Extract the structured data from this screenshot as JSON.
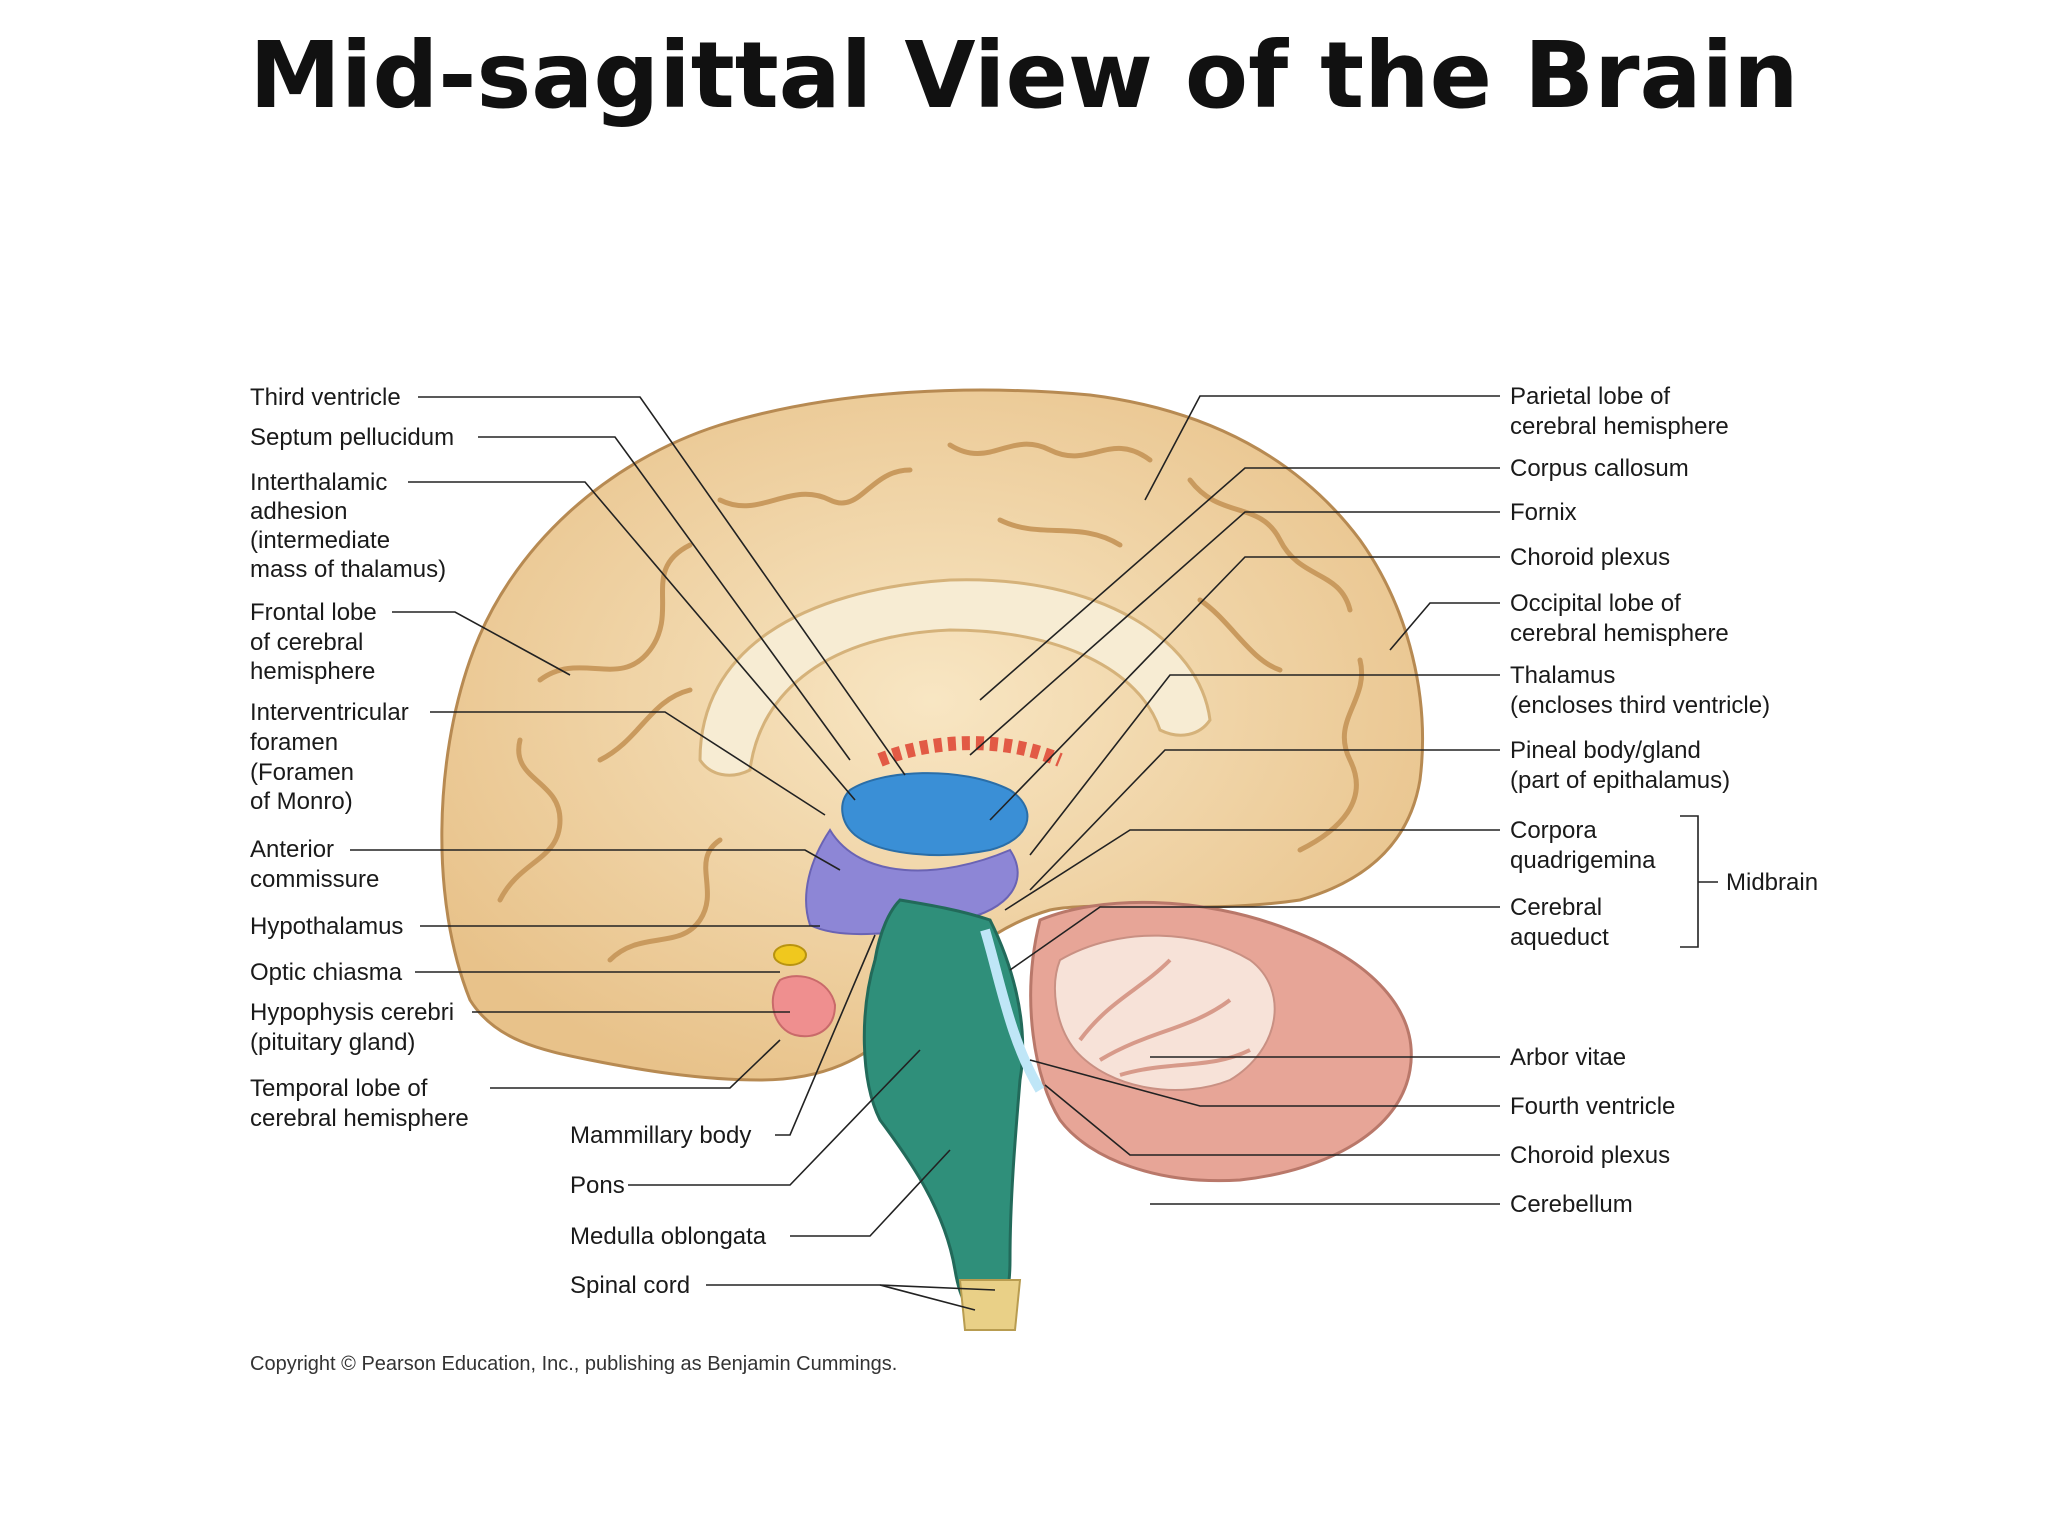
{
  "slide": {
    "title": "Mid-sagittal View of the Brain"
  },
  "colors": {
    "cortex": "#f0d4a4",
    "cortex_dark": "#c79a5d",
    "ventricle": "#3a8fd6",
    "diencephalon": "#8d86d6",
    "brainstem": "#2f8f7a",
    "cerebellum": "#e7a597",
    "choroid": "#e25a45",
    "pituitary": "#ef8f8f",
    "chiasm": "#f0c81e"
  },
  "labels_left": [
    "Third ventricle",
    "Septum pellucidum",
    "Interthalamic",
    "adhesion",
    "(intermediate",
    "mass of thalamus)",
    "Frontal lobe",
    "of cerebral",
    "hemisphere",
    "Interventricular",
    "foramen",
    "(Foramen",
    "of Monro)",
    "Anterior",
    "commissure",
    "Hypothalamus",
    "Optic chiasma",
    "Hypophysis cerebri",
    "(pituitary gland)",
    "Temporal lobe of",
    "cerebral hemisphere"
  ],
  "labels_bottom": [
    "Mammillary body",
    "Pons",
    "Medulla oblongata",
    "Spinal cord"
  ],
  "labels_right": [
    "Parietal lobe of",
    "cerebral hemisphere",
    "Corpus callosum",
    "Fornix",
    "Choroid plexus",
    "Occipital lobe of",
    "cerebral hemisphere",
    "Thalamus",
    "(encloses third ventricle)",
    "Pineal body/gland",
    "(part of epithalamus)",
    "Corpora",
    "quadrigemina",
    "Cerebral",
    "aqueduct",
    "Arbor vitae",
    "Fourth ventricle",
    "Choroid plexus",
    "Cerebellum"
  ],
  "bracket_label": "Midbrain",
  "copyright": "Copyright © Pearson Education, Inc., publishing as Benjamin Cummings."
}
